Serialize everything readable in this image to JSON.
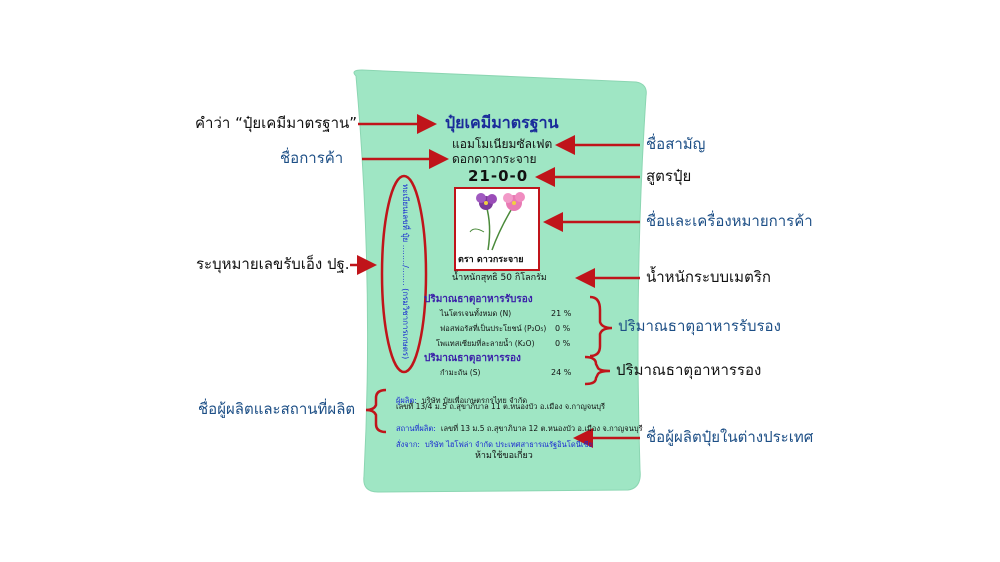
{
  "labels_left": {
    "standard_word": "คำว่า “ปุ๋ยเคมีมาตรฐาน”",
    "trade_name": "ชื่อการค้า",
    "reg_number": "ระบุหมายเลขรับเอ็ง ปฐ.",
    "producer": "ชื่อผู้ผลิตและสถานที่ผลิต"
  },
  "labels_right": {
    "common_name": "ชื่อสามัญ",
    "formula": "สูตรปุ๋ย",
    "trademark": "ชื่อและเครื่องหมายการค้า",
    "weight": "น้ำหนักระบบเมตริก",
    "primary": "ปริมาณธาตุอาหารรับรอง",
    "secondary": "ปริมาณธาตุอาหารรอง",
    "foreign": "ชื่อผู้ผลิตปุ๋ยในต่างประเทศ"
  },
  "bag": {
    "title": "ปุ๋ยเคมีมาตรฐาน",
    "common_name": "แอมโมเนียมซัลเฟต",
    "trade_name": "ดอกดาวกระจาย",
    "formula": "21-0-0",
    "logo_caption": "ตรา ดาวกระจาย",
    "weight": "น้ำหนักสุทธิ 50 กิโลกรัม",
    "vertical_text": "ทะเบียนเลขที่ ปุ๋ย ......../....... (กรมวิชาการเกษตร)",
    "primary_heading": "ปริมาณธาตุอาหารรับรอง",
    "primary_items": [
      {
        "name": "ไนโตรเจนทั้งหมด (N)",
        "value": "21 %"
      },
      {
        "name": "ฟอสฟอรัสที่เป็นประโยชน์ (P₂O₅)",
        "value": "0 %"
      },
      {
        "name": "โพแทสเซียมที่ละลายน้ำ (K₂O)",
        "value": "0 %"
      }
    ],
    "secondary_heading": "ปริมาณธาตุอาหารรอง",
    "secondary_items": [
      {
        "name": "กำมะถัน (S)",
        "value": "24 %"
      }
    ],
    "producer_label": "ผู้ผลิต:",
    "producer_value": "บริษัท ปุ๋ยเพื่อเกษตรกรไทย จำกัด",
    "producer_address": "เลขที่ 13/4 ม.5 ถ.สุขาภิบาล 11 ต.หนองบัว อ.เมือง จ.กาญจนบุรี",
    "place_label": "สถานที่ผลิต:",
    "place_value": "เลขที่ 13 ม.5 ถ.สุขาภิบาล 12 ต.หนองบัว อ.เมือง จ.กาญจนบุรี",
    "import_label": "สั่งจาก:",
    "import_value": "บริษัท ไฮโฟล่า จำกัด ประเทศสาธารณรัฐอินโดนีเซีย",
    "footer": "ห้ามใช้ขอเกี่ยว"
  },
  "colors": {
    "bag": "#9fe6c4",
    "arrow": "#c0141a",
    "title": "#1a2b9a",
    "label_teal": "#1d4f86"
  }
}
